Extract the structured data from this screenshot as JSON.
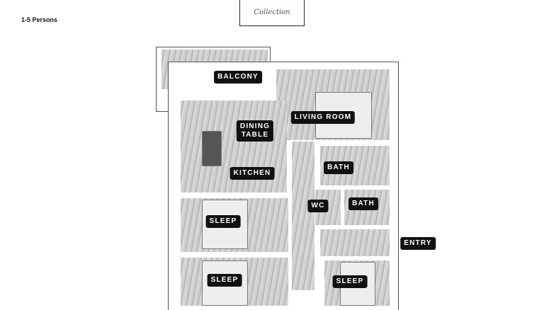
{
  "header": {
    "persons": "1-5 Persons",
    "logo_text": "Collection"
  },
  "floorplan": {
    "labels": {
      "balcony": "BALCONY",
      "living_room": "LIVING ROOM",
      "dining_table": "DINING\nTABLE",
      "kitchen": "KITCHEN",
      "bath_1": "BATH",
      "wc": "WC",
      "bath_2": "BATH",
      "sleep_1": "SLEEP",
      "entry": "ENTRY",
      "sleep_2": "SLEEP",
      "sleep_3": "SLEEP"
    }
  }
}
